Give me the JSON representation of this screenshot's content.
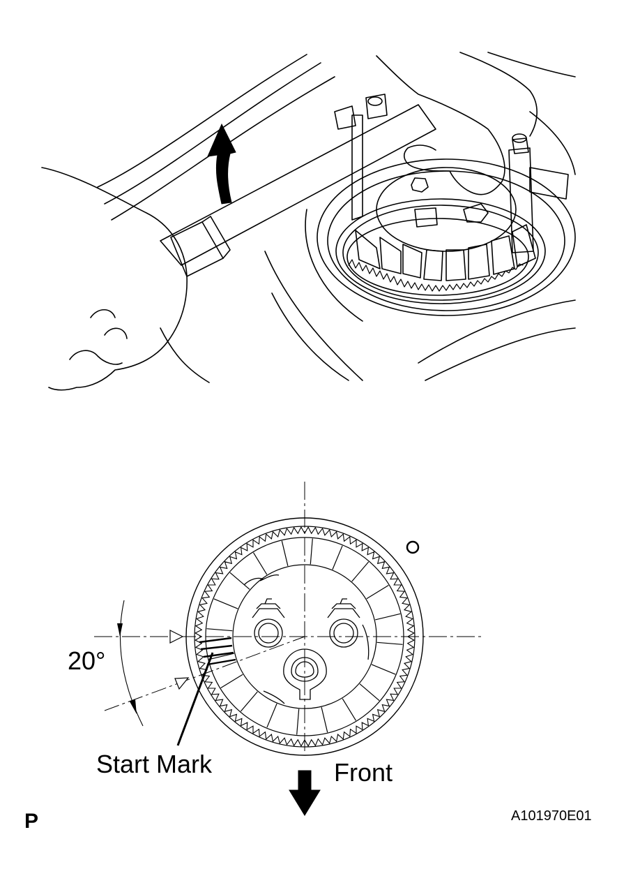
{
  "figure": {
    "angle_label": "20°",
    "start_mark_label": "Start Mark",
    "front_label": "Front",
    "page_letter": "P",
    "figure_code": "A101970E01"
  },
  "colors": {
    "line": "#000000",
    "background": "#ffffff"
  },
  "icons": {
    "upper_illustration": "hand-wrench-on-fuel-pump-retainer",
    "rotation_arrow": "curved-up-arrow-icon",
    "front_arrow": "down-arrow-icon",
    "small_circle": "circle-icon"
  }
}
